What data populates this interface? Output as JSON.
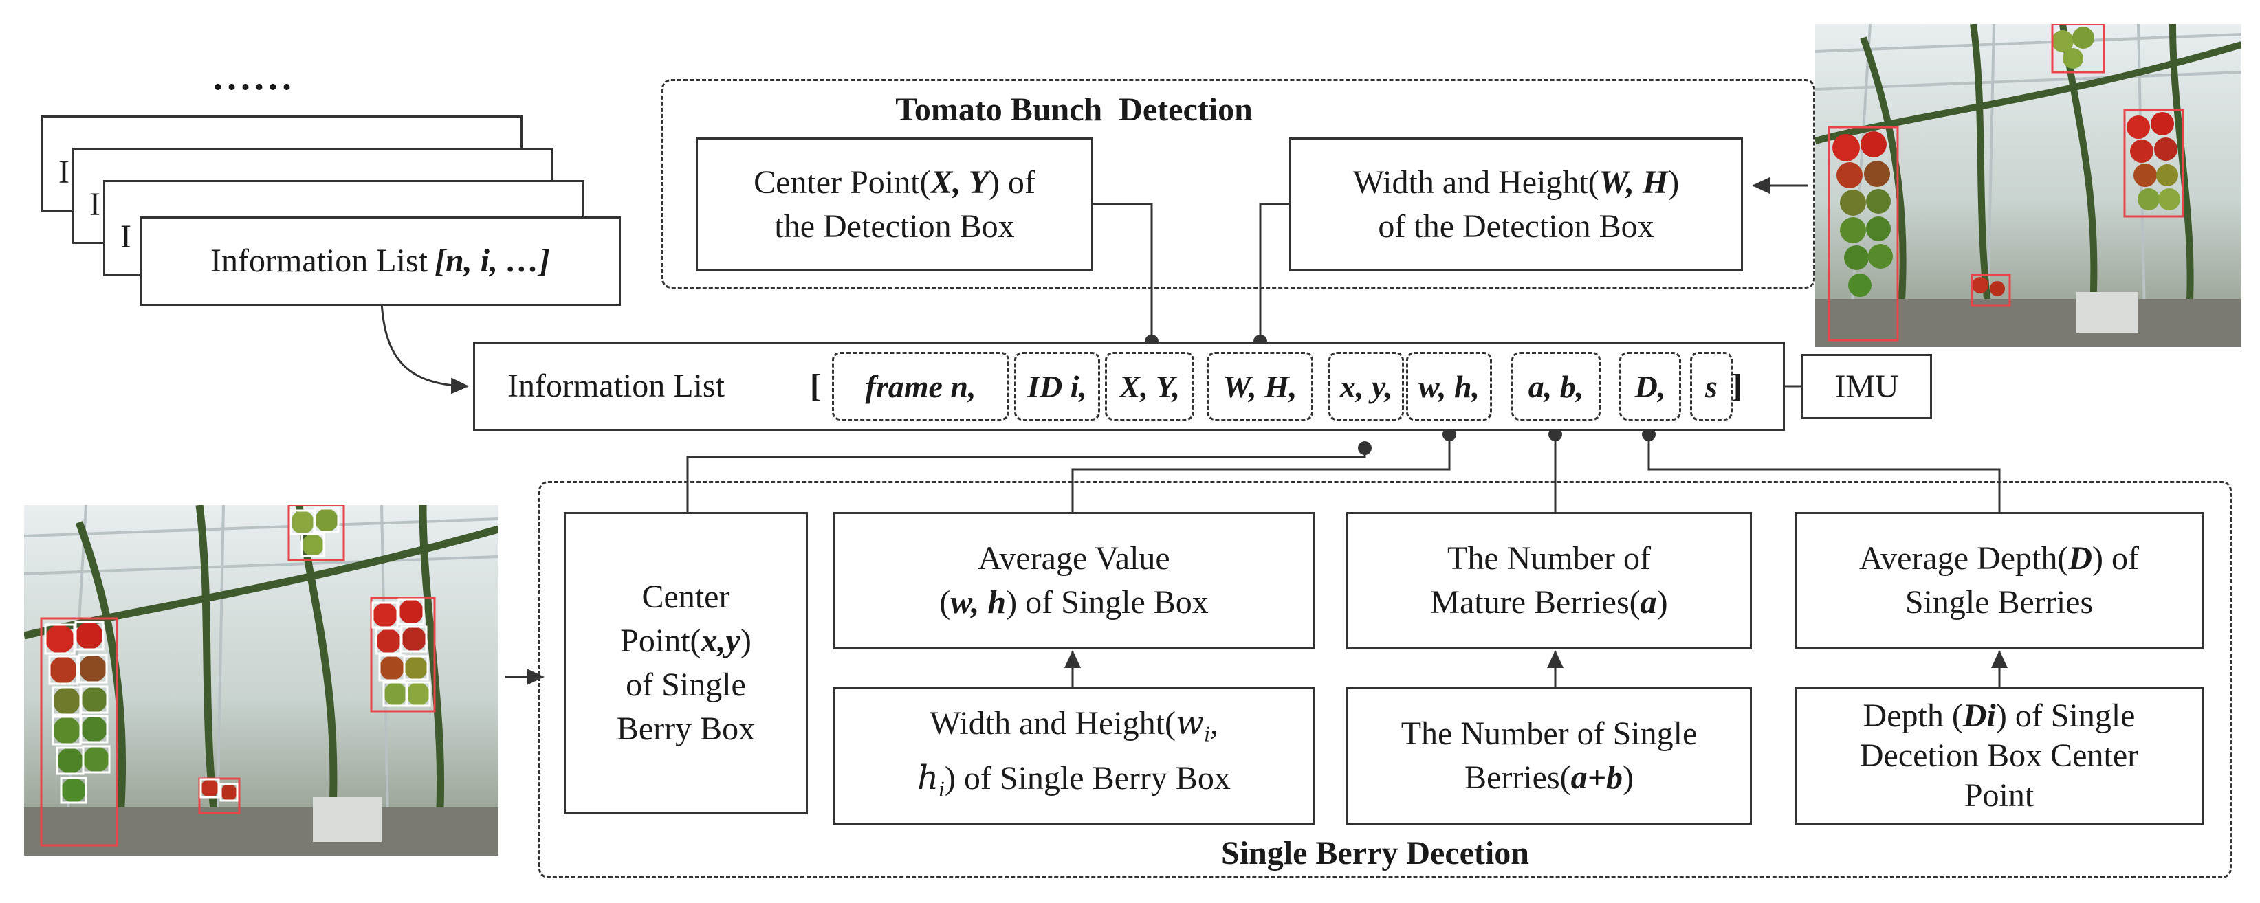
{
  "ellipsis": "......",
  "stack_letter": "I",
  "info_list_card": {
    "label": "Information List ",
    "vars": "[n, i, …]"
  },
  "tomato_bunch": {
    "title": "Tomato Bunch  Detection",
    "center_box": {
      "line1a": "Center Point(",
      "line1b": "X, Y",
      "line1c": ") of",
      "line2": "the Detection Box"
    },
    "wh_box": {
      "line1a": "Width and Height(",
      "line1b": "W, H",
      "line1c": ")",
      "line2": "of the Detection Box"
    }
  },
  "main_list": {
    "label": "Information List",
    "open_bracket": "[",
    "close_bracket": "]",
    "fields": [
      "frame n,",
      "ID i,",
      "X, Y,",
      "W, H,",
      "x, y,",
      "w, h,",
      "a, b,",
      "D,",
      "s"
    ]
  },
  "imu": "IMU",
  "single_berry": {
    "title": "Single Berry Decetion",
    "center_box": {
      "l1": "Center",
      "l2a": "Point(",
      "l2b": "x,y",
      "l2c": ")",
      "l3": "of Single",
      "l4": "Berry Box"
    },
    "avg_value": {
      "l1": "Average Value",
      "l2a": "(",
      "l2b": "w, h",
      "l2c": ") of Single Box"
    },
    "wh_single": {
      "l1a": "Width and Height(",
      "l1b": "w",
      "l1s": "i",
      "l1c": ",",
      "l2a": "h",
      "l2s": "i",
      "l2b": ") of Single Berry Box"
    },
    "mature": {
      "l1": "The Number of",
      "l2a": "Mature Berries(",
      "l2b": "a",
      "l2c": ")"
    },
    "single_count": {
      "l1": "The Number of Single",
      "l2a": "Berries(",
      "l2b": "a+b",
      "l2c": ")"
    },
    "avg_depth": {
      "l1a": "Average Depth(",
      "l1b": "D",
      "l1c": ") of",
      "l2": "Single Berries"
    },
    "depth_box": {
      "l1a": "Depth (",
      "l1b": "Di",
      "l1c": ") of Single",
      "l2": "Decetion Box Center",
      "l3": "Point"
    }
  },
  "colors": {
    "detection_box": "#e8454a",
    "berry_box": "#ffffff",
    "line": "#333333"
  }
}
